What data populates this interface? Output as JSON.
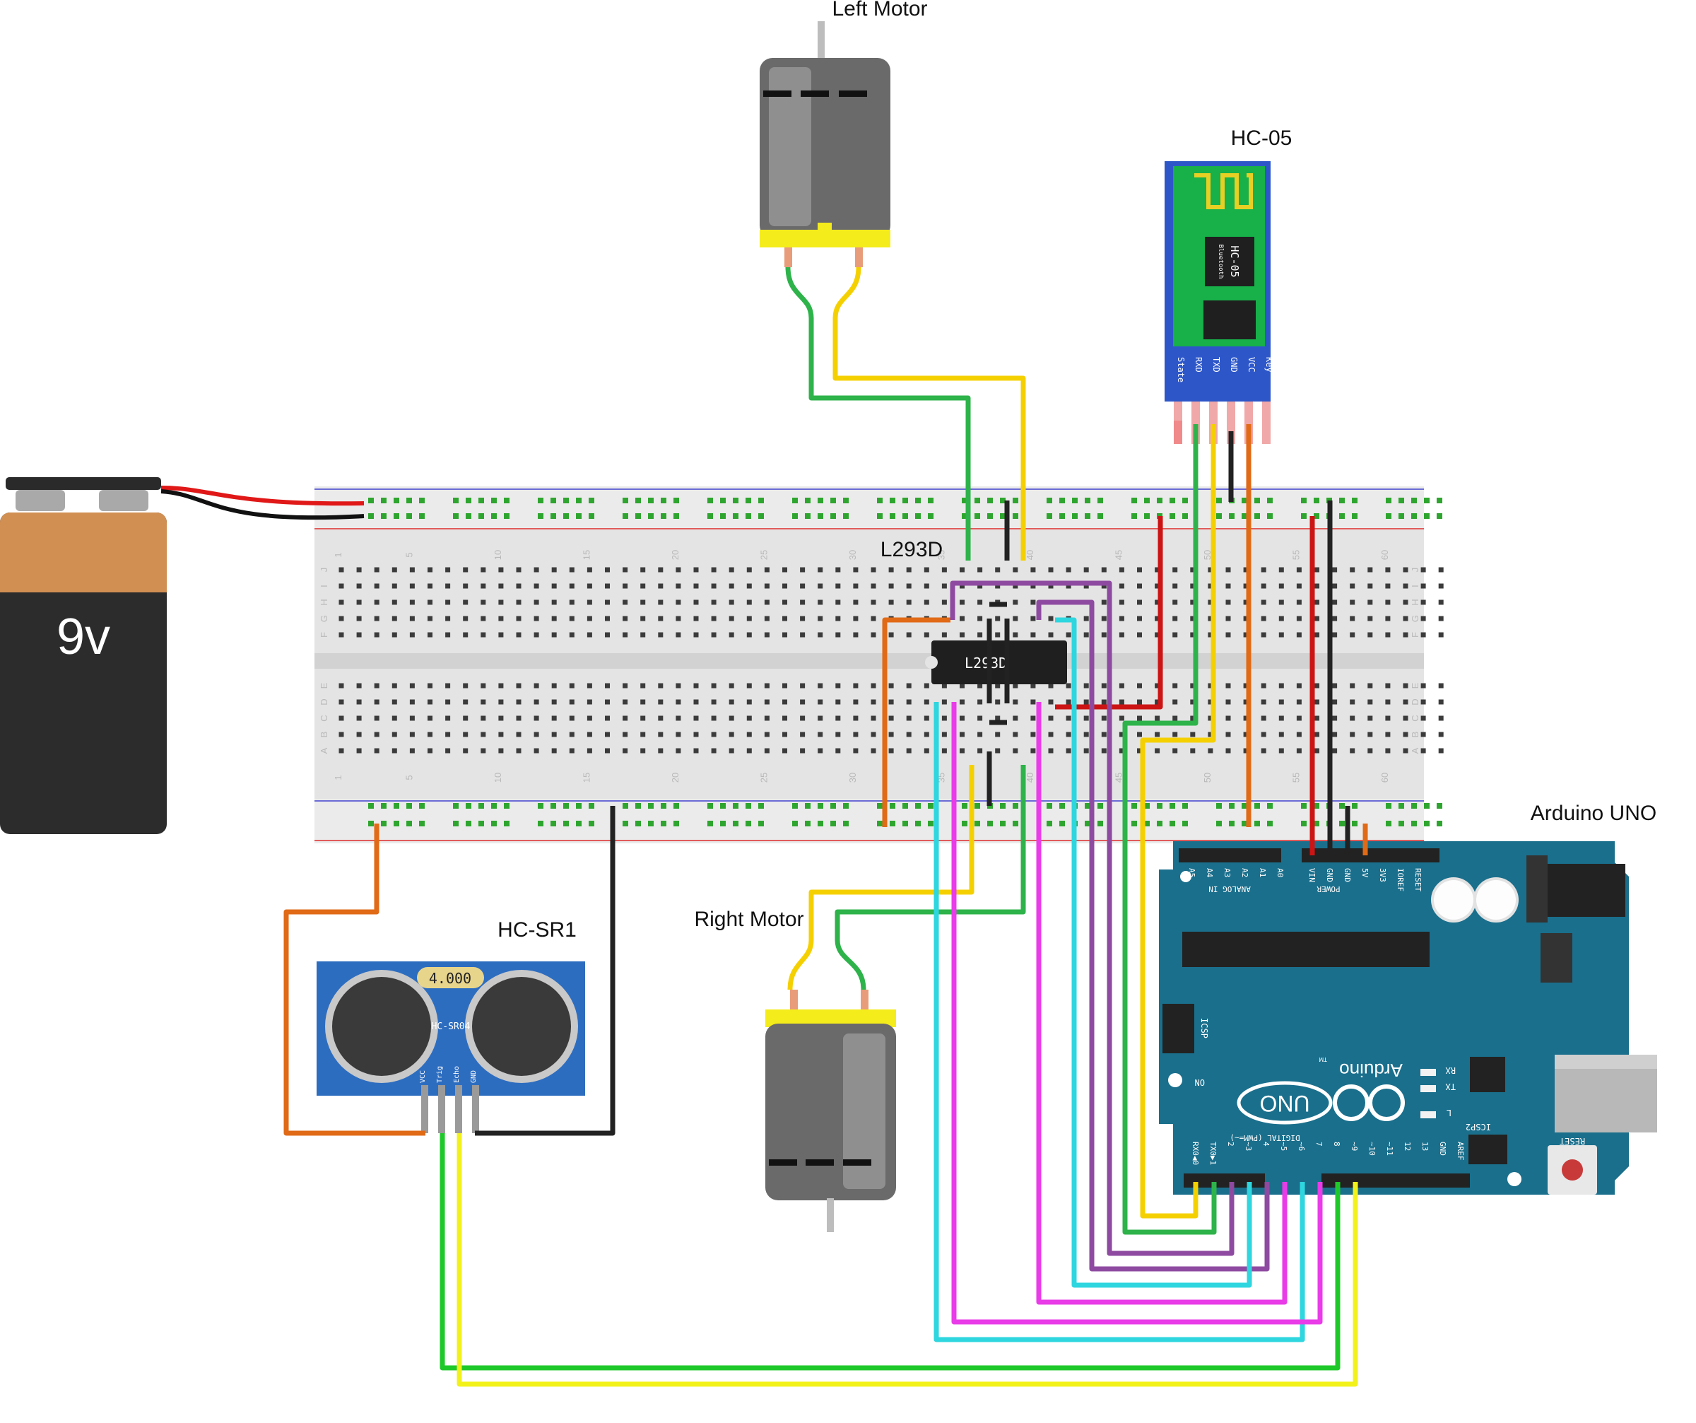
{
  "labels": {
    "left_motor": "Left Motor",
    "right_motor": "Right Motor",
    "hc05": "HC-05",
    "driver": "L293D",
    "arduino": "Arduino UNO",
    "ultrasonic": "HC-SR1",
    "battery": "9v"
  },
  "chips": {
    "driver_marking": "L293D",
    "hc05_marking": "HC-05",
    "hc05_sub": "Bluetooth",
    "sr04_display": "4.000",
    "sr04_marking": "HC-SR04"
  },
  "hc05_pins": [
    "State",
    "RXD",
    "TXD",
    "GND",
    "VCC",
    "Key"
  ],
  "sr04_pins": [
    "VCC",
    "Trig",
    "Echo",
    "GND"
  ],
  "arduino": {
    "brand": "Arduino",
    "model": "UNO",
    "tm": "TM",
    "analog_header": "ANALOG IN",
    "analog_pins": [
      "A5",
      "A4",
      "A3",
      "A2",
      "A1",
      "A0"
    ],
    "power_header": "POWER",
    "power_pins": [
      "VIN",
      "GND",
      "GND",
      "5V",
      "3V3",
      "IOREF",
      "RESET"
    ],
    "digital_header": "DIGITAL (PWM=~)",
    "digital_pins": [
      "RX0◀0",
      "TX0▶1",
      "2",
      "~3",
      "4",
      "~5",
      "~6",
      "7",
      "8",
      "~9",
      "~10",
      "~11",
      "12",
      "13",
      "GND",
      "AREF"
    ],
    "icsp": "ICSP",
    "icsp2": "ICSP2",
    "reset": "RESET",
    "on": "ON",
    "rx": "RX",
    "tx": "TX",
    "l": "L"
  },
  "breadboard": {
    "col_numbers": [
      "1",
      "5",
      "10",
      "15",
      "20",
      "25",
      "30",
      "35",
      "40",
      "45",
      "50",
      "55",
      "60"
    ],
    "rows_top": [
      "J",
      "I",
      "H",
      "G",
      "F"
    ],
    "rows_bottom": [
      "E",
      "D",
      "C",
      "B",
      "A"
    ]
  },
  "wire_colors": {
    "green": "#2db34a",
    "yellow": "#f5d000",
    "orange": "#e06a16",
    "black": "#222222",
    "red": "#cc1414",
    "purple": "#8e4aa0",
    "magenta": "#e93ce8",
    "cyan": "#2ed6df",
    "lime": "#1fc82a",
    "bright_yellow": "#f2f21a"
  }
}
